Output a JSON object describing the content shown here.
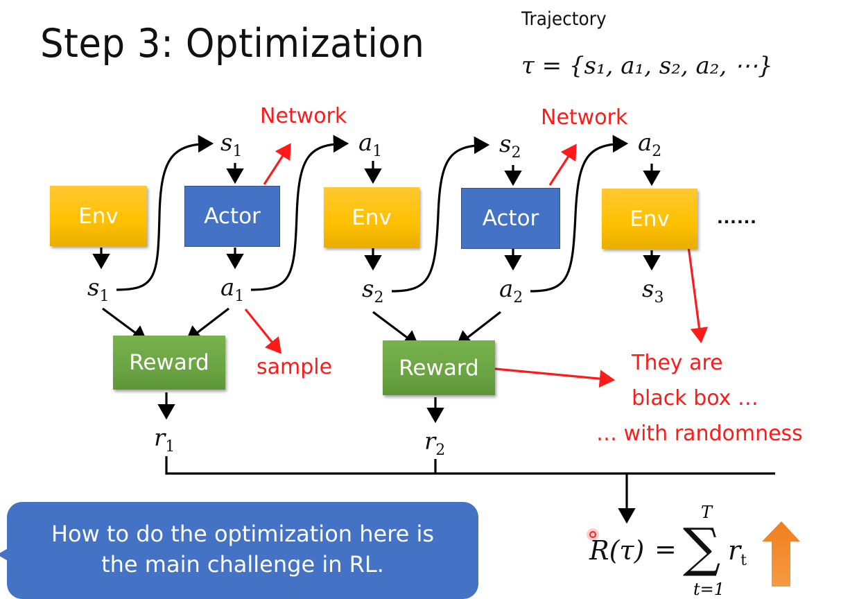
{
  "slide": {
    "title": "Step 3: Optimization",
    "trajectory": {
      "label": "Trajectory",
      "formula": "τ = {s₁, a₁, s₂, a₂, ⋯}"
    },
    "colors": {
      "env": "#FFC000",
      "actor": "#4472C4",
      "reward": "#70AD47",
      "annotation": "#FF1A1A",
      "bubble": "#4472C4",
      "up_arrow": "#F0822A"
    }
  },
  "diagram": {
    "boxes": {
      "env1": "Env",
      "actor1": "Actor",
      "env2": "Env",
      "actor2": "Actor",
      "env3": "Env",
      "reward1": "Reward",
      "reward2": "Reward"
    },
    "vars": {
      "s1_top": {
        "base": "s",
        "sub": "1"
      },
      "a1_top": {
        "base": "a",
        "sub": "1"
      },
      "s2_top": {
        "base": "s",
        "sub": "2"
      },
      "a2_top": {
        "base": "a",
        "sub": "2"
      },
      "s1_bot": {
        "base": "s",
        "sub": "1"
      },
      "a1_bot": {
        "base": "a",
        "sub": "1"
      },
      "s2_bot": {
        "base": "s",
        "sub": "2"
      },
      "a2_bot": {
        "base": "a",
        "sub": "2"
      },
      "s3_bot": {
        "base": "s",
        "sub": "3"
      },
      "r1": {
        "base": "r",
        "sub": "1"
      },
      "r2": {
        "base": "r",
        "sub": "2"
      }
    },
    "ellipsis": "……",
    "annotations": {
      "network1": "Network",
      "network2": "Network",
      "sample": "sample",
      "black_box_line1": "They are",
      "black_box_line2": "black box …",
      "black_box_line3": "… with randomness"
    }
  },
  "return_formula": {
    "lhs": "R(τ)",
    "equals": "=",
    "sum_symbol": "∑",
    "upper": "T",
    "lower": "t=1",
    "term_base": "r",
    "term_sub": "t",
    "goal_icon": "up-arrow-icon"
  },
  "callout": {
    "line1": "How to do the optimization here is",
    "line2": "the main challenge in RL."
  }
}
